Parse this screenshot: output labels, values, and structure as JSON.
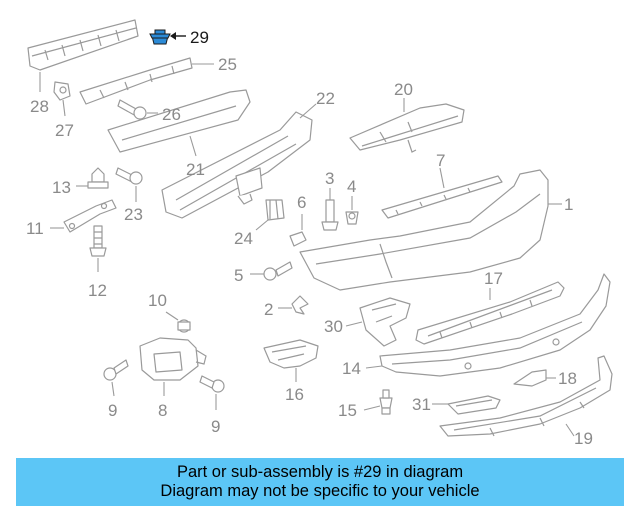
{
  "diagram": {
    "highlight_color": "#2b8ad6",
    "callouts": {
      "c1": "1",
      "c2": "2",
      "c3": "3",
      "c4": "4",
      "c5": "5",
      "c6": "6",
      "c7": "7",
      "c8": "8",
      "c9a": "9",
      "c9b": "9",
      "c10": "10",
      "c11": "11",
      "c12": "12",
      "c13": "13",
      "c14": "14",
      "c15": "15",
      "c16": "16",
      "c17": "17",
      "c18": "18",
      "c19": "19",
      "c20": "20",
      "c21": "21",
      "c22": "22",
      "c23": "23",
      "c24": "24",
      "c25": "25",
      "c26": "26",
      "c27": "27",
      "c28": "28",
      "c29": "29",
      "c30": "30",
      "c31": "31"
    }
  },
  "banner": {
    "line1": "Part or sub-assembly is #29 in diagram",
    "line2": "Diagram may not be specific to your vehicle",
    "background": "#5cc6f6"
  }
}
